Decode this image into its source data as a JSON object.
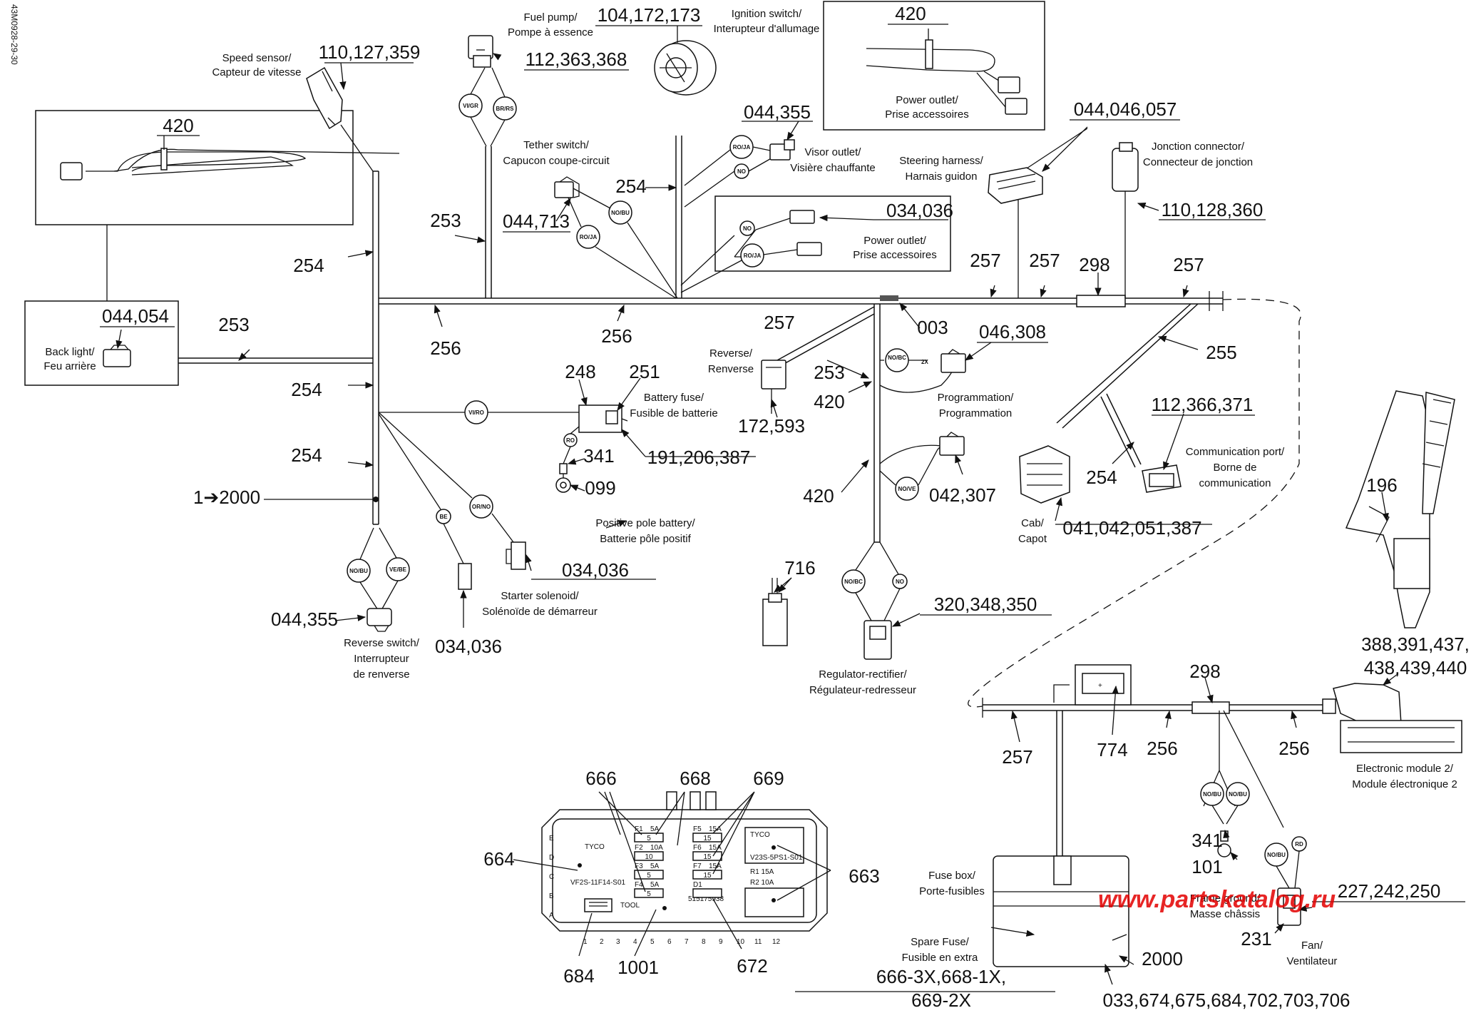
{
  "document_ref": "43M0928-29-30",
  "watermark": "www.partskatalog.ru",
  "part_numbers": {
    "p110_127_359": "110,127,359",
    "p104_172_173": "104,172,173",
    "p112_363_368": "112,363,368",
    "p420_top": "420",
    "p420_left": "420",
    "p044_355_top": "044,355",
    "p044_046_057": "044,046,057",
    "p110_128_360": "110,128,360",
    "p044_713": "044,713",
    "p254_a": "254",
    "p253_a": "253",
    "p034_036_a": "034,036",
    "p254_b": "254",
    "p257_a": "257",
    "p257_b": "257",
    "p298_a": "298",
    "p257_c": "257",
    "p044_054": "044,054",
    "p253_b": "253",
    "p256_a": "256",
    "p256_b": "256",
    "p257_d": "257",
    "p003": "003",
    "p046_308": "046,308",
    "p255": "255",
    "p253_c": "253",
    "p420_b": "420",
    "p254_c": "254",
    "p248": "248",
    "p251": "251",
    "p172_593": "172,593",
    "p112_366_371": "112,366,371",
    "p191_206_387": "191,206,387",
    "p254_d": "254",
    "p341_a": "341",
    "p099": "099",
    "p420_c": "420",
    "p042_307": "042,307",
    "p254_e": "254",
    "p1_2000": "1➔2000",
    "p041_042_051_387": "041,042,051,387",
    "p196": "196",
    "p034_036_b": "034,036",
    "p716": "716",
    "p320_348_350": "320,348,350",
    "p044_355_b": "044,355",
    "p034_036_c": "034,036",
    "p388_391_437": "388,391,437,",
    "p438_439_440": "438,439,440",
    "p298_b": "298",
    "p774": "774",
    "p256_c": "256",
    "p256_d": "256",
    "p257_e": "257",
    "p666_a": "666",
    "p668_a": "668",
    "p669_a": "669",
    "p664": "664",
    "p663": "663",
    "p684": "684",
    "p1001": "1001",
    "p672": "672",
    "p341_b": "341",
    "p101": "101",
    "p227_242_250": "227,242,250",
    "p231": "231",
    "p2000": "2000",
    "spare_fuse_parts_1": "666-3X,668-1X,",
    "spare_fuse_parts_2": "669-2X",
    "p033_list": "033,674,675,684,702,703,706"
  },
  "labels": {
    "speed_sensor_1": "Speed sensor/",
    "speed_sensor_2": "Capteur de vitesse",
    "fuel_pump_1": "Fuel pump/",
    "fuel_pump_2": "Pompe à essence",
    "ignition_1": "Ignition switch/",
    "ignition_2": "Interupteur d'allumage",
    "power_outlet_top_1": "Power outlet/",
    "power_outlet_top_2": "Prise accessoires",
    "visor_1": "Visor outlet/",
    "visor_2": "Visière chauffante",
    "steering_1": "Steering harness/",
    "steering_2": "Harnais guidon",
    "jonction_1": "Jonction connector/",
    "jonction_2": "Connecteur de jonction",
    "tether_1": "Tether switch/",
    "tether_2": "Capucon coupe-circuit",
    "power_outlet_mid_1": "Power outlet/",
    "power_outlet_mid_2": "Prise accessoires",
    "back_light_1": "Back light/",
    "back_light_2": "Feu arrière",
    "reverse_1": "Reverse/",
    "reverse_2": "Renverse",
    "programmation_1": "Programmation/",
    "programmation_2": "Programmation",
    "battery_fuse_1": "Battery fuse/",
    "battery_fuse_2": "Fusible de batterie",
    "comm_port_1": "Communication port/",
    "comm_port_2": "Borne de",
    "comm_port_3": "communication",
    "positive_pole_1": "Positive pole battery/",
    "positive_pole_2": "Batterie pôle positif",
    "cab_1": "Cab/",
    "cab_2": "Capot",
    "starter_1": "Starter solenoid/",
    "starter_2": "Solénoïde de démarreur",
    "reverse_switch_1": "Reverse switch/",
    "reverse_switch_2": "Interrupteur",
    "reverse_switch_3": "de renverse",
    "regulator_1": "Regulator-rectifier/",
    "regulator_2": "Régulateur-redresseur",
    "ecm_1": "Electronic module 2/",
    "ecm_2": "Module électronique 2",
    "fuse_box_1": "Fuse box/",
    "fuse_box_2": "Porte-fusibles",
    "frame_ground_1": "Frame ground/",
    "frame_ground_2": "Masse châssis",
    "spare_fuse_1": "Spare Fuse/",
    "spare_fuse_2": "Fusible en extra",
    "fan_1": "Fan/",
    "fan_2": "Ventilateur"
  },
  "wire_colors": {
    "vi_gr": "VI/GR",
    "br_rs": "BR/RS",
    "ro_ja_a": "RO/JA",
    "no_a": "NO",
    "no_bu_a": "NO/BU",
    "ro_ja_b": "RO/JA",
    "no_b": "NO",
    "ro_ja_c": "RO/JA",
    "no_bc_2x": "NO/BC",
    "x2": "2X",
    "vi_ro": "VI/RO",
    "ro": "RO",
    "no_ve": "NO/VE",
    "be": "BE",
    "or_no": "OR/NO",
    "no_bu_b": "NO/BU",
    "ve_be": "VE/BE",
    "no_bc": "NO/BC",
    "no_c": "NO",
    "no_bu_c": "NO/BU",
    "no_bu_d": "NO/BU",
    "no_bu_e": "NO/BU",
    "rd": "RD"
  },
  "fuse_box": {
    "brand_left": "TYCO",
    "part_code": "VF2S-11F14-S01",
    "tool": "TOOL",
    "serial": "515175938",
    "relay_brand": "TYCO",
    "relay_code": "V23S-5PS1-S01",
    "relay_r1": "R1  15A",
    "relay_r2": "R2  10A",
    "rows": [
      "E",
      "D",
      "C",
      "B",
      "A"
    ],
    "cols": [
      "1",
      "2",
      "3",
      "4",
      "5",
      "6",
      "7",
      "8",
      "9",
      "10",
      "11",
      "12"
    ],
    "fuses_left": [
      {
        "id": "F1",
        "rating": "5A",
        "value": "5"
      },
      {
        "id": "F2",
        "rating": "10A",
        "value": "10"
      },
      {
        "id": "F3",
        "rating": "5A",
        "value": "5"
      },
      {
        "id": "F4",
        "rating": "5A",
        "value": "5"
      }
    ],
    "fuses_right": [
      {
        "id": "F5",
        "rating": "15A",
        "value": "15"
      },
      {
        "id": "F6",
        "rating": "15A",
        "value": "15"
      },
      {
        "id": "F7",
        "rating": "15A",
        "value": "15"
      }
    ],
    "diode": "D1"
  }
}
